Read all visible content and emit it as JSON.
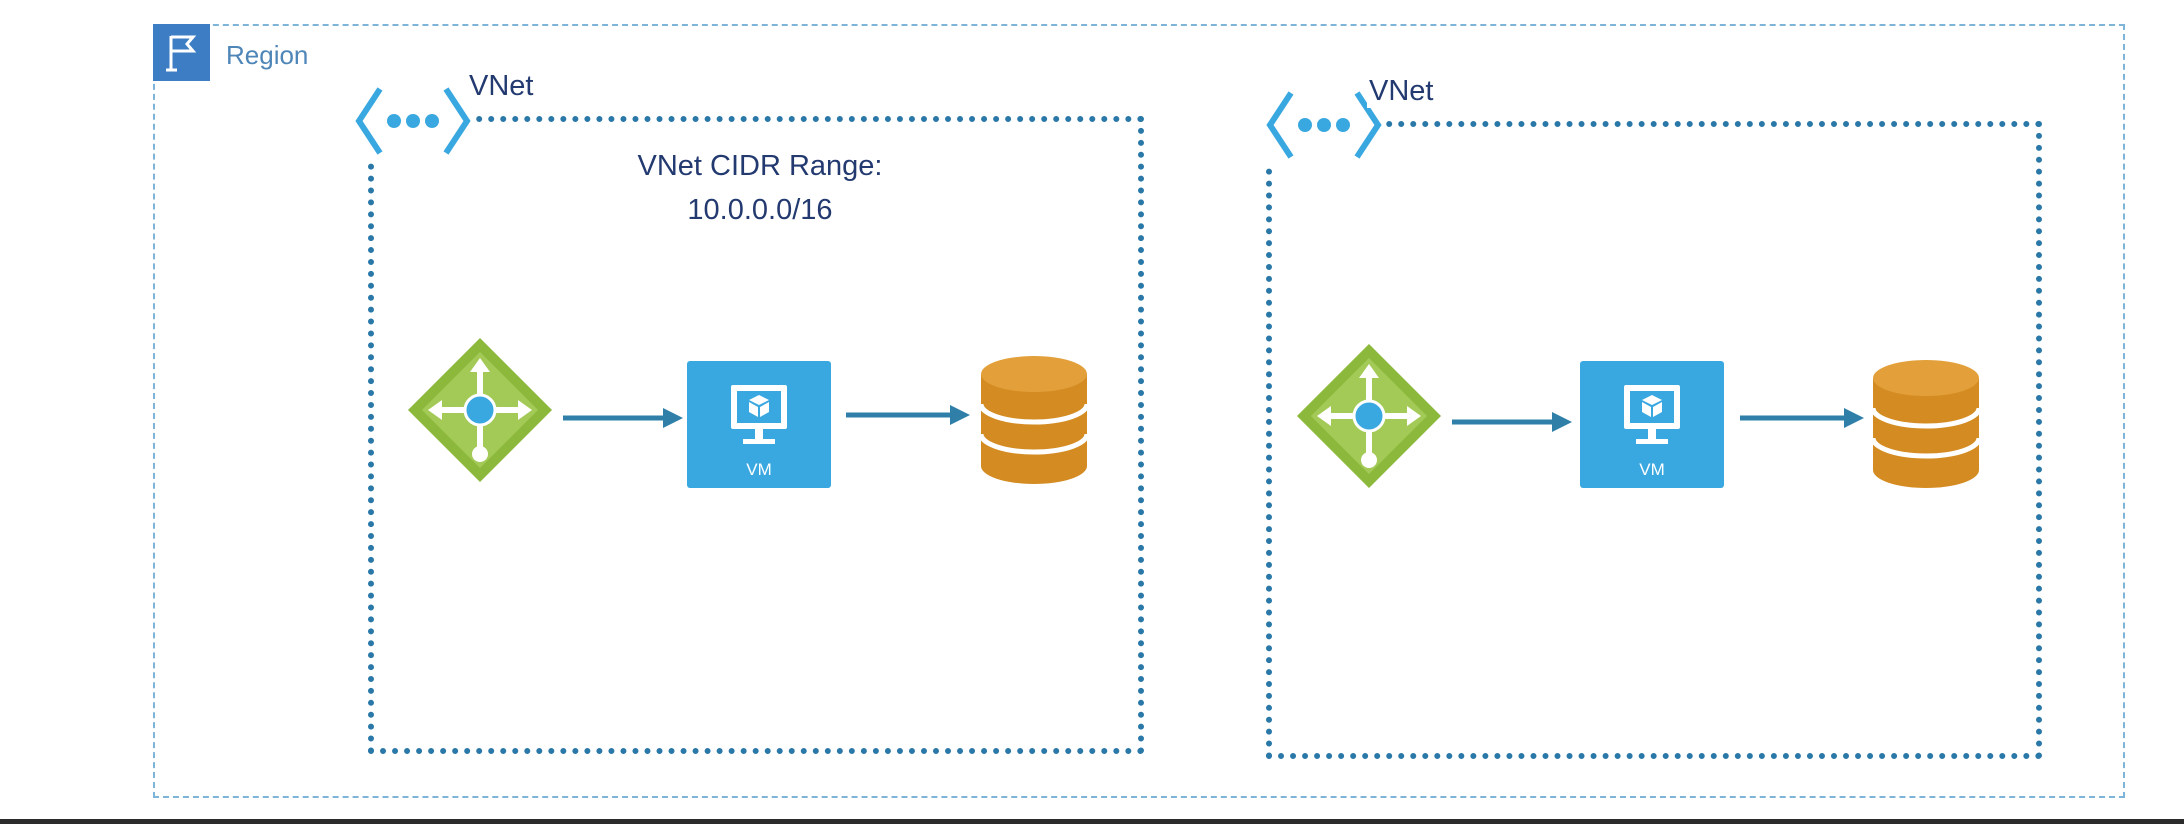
{
  "region": {
    "label": "Region",
    "icon": "flag-icon",
    "border_color": "#7fb4d9",
    "icon_color": "#3c7dc4"
  },
  "vnets": [
    {
      "label": "VNet",
      "icon": "vnet-icon",
      "cidr_title": "VNet CIDR Range:",
      "cidr_value": "10.0.0.0/16",
      "components": [
        "gateway-icon",
        "vm-icon",
        "database-icon"
      ],
      "vm_label": "VM"
    },
    {
      "label": "VNet",
      "icon": "vnet-icon",
      "components": [
        "gateway-icon",
        "vm-icon",
        "database-icon"
      ],
      "vm_label": "VM"
    }
  ],
  "colors": {
    "vnet_border": "#2a78a8",
    "text": "#233a70",
    "gateway": "#8cb83c",
    "vm": "#3aa8e0",
    "database": "#d48c22",
    "arrow": "#2f7fa8"
  }
}
